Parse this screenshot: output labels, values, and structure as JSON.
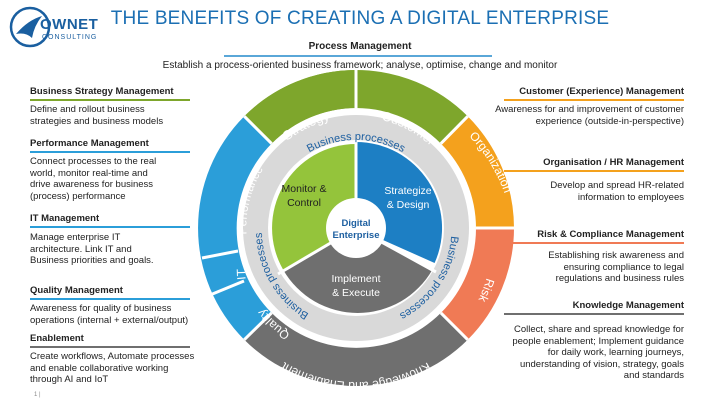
{
  "title": "THE BENEFITS OF CREATING A DIGITAL ENTERPRISE",
  "logo": {
    "name": "OWNET",
    "sub": "CONSULTING"
  },
  "top": {
    "heading": "Process Management",
    "text": "Establish a process-oriented business framework; analyse, optimise, change and monitor"
  },
  "left_items": [
    {
      "heading": "Business Strategy Management",
      "lines": [
        "Define and rollout business",
        "strategies and business models"
      ]
    },
    {
      "heading": "Performance Management",
      "lines": [
        "Connect processes to the real",
        "world, monitor real-time and",
        "drive awareness for business",
        "(process) performance"
      ]
    },
    {
      "heading": "IT Management",
      "lines": [
        "Manage enterprise IT",
        "architecture. Link IT and",
        "Business priorities and goals."
      ]
    },
    {
      "heading": "Quality Management",
      "lines": [
        "Awareness for quality of business",
        "operations (internal + external/output)"
      ]
    },
    {
      "heading": "Enablement",
      "lines": [
        "Create workflows, Automate processes",
        "and enable collaborative working",
        "through AI and IoT"
      ]
    }
  ],
  "right_items": [
    {
      "heading": "Customer (Experience) Management",
      "lines": [
        "Awareness for and improvement of customer",
        "experience (outside-in-perspective)"
      ]
    },
    {
      "heading": "Organisation / HR Management",
      "lines": [
        "Develop and spread HR-related",
        "information to employees"
      ]
    },
    {
      "heading": "Risk & Compliance Management",
      "lines": [
        "Establishing risk awareness and",
        "ensuring compliance to legal",
        "regulations and business rules"
      ]
    },
    {
      "heading": "Knowledge Management",
      "lines": [
        "Collect, share and spread knowledge for",
        "people enablement; Implement guidance",
        "for daily work, learning journeys,",
        "understanding of vision, strategy, goals",
        "and standards"
      ]
    }
  ],
  "ring": {
    "strategy": "Strategy",
    "customer": "Customer",
    "organization": "Organization",
    "risk": "Risk",
    "knowledge": "Knowledge and Enablement",
    "quality": "Quality",
    "it": "IT",
    "performance": "Performance"
  },
  "middle_ring": {
    "top": "Business processes",
    "right": "Business processes",
    "left": "Business processes"
  },
  "inner": {
    "monitor": [
      "Monitor &",
      "Control"
    ],
    "strategize": [
      "Strategize",
      "& Design"
    ],
    "implement": [
      "Implement",
      "& Execute"
    ],
    "center": [
      "Digital",
      "Enterprise"
    ]
  },
  "colors": {
    "green": "#7ea62c",
    "orange": "#f4a11d",
    "salmon": "#f07a55",
    "gray": "#6f6f6f",
    "blue": "#2b9ed9",
    "lime": "#94c43b",
    "darkblue": "#1d7fc4",
    "title": "#1b6fb3"
  },
  "footer": "1 |"
}
